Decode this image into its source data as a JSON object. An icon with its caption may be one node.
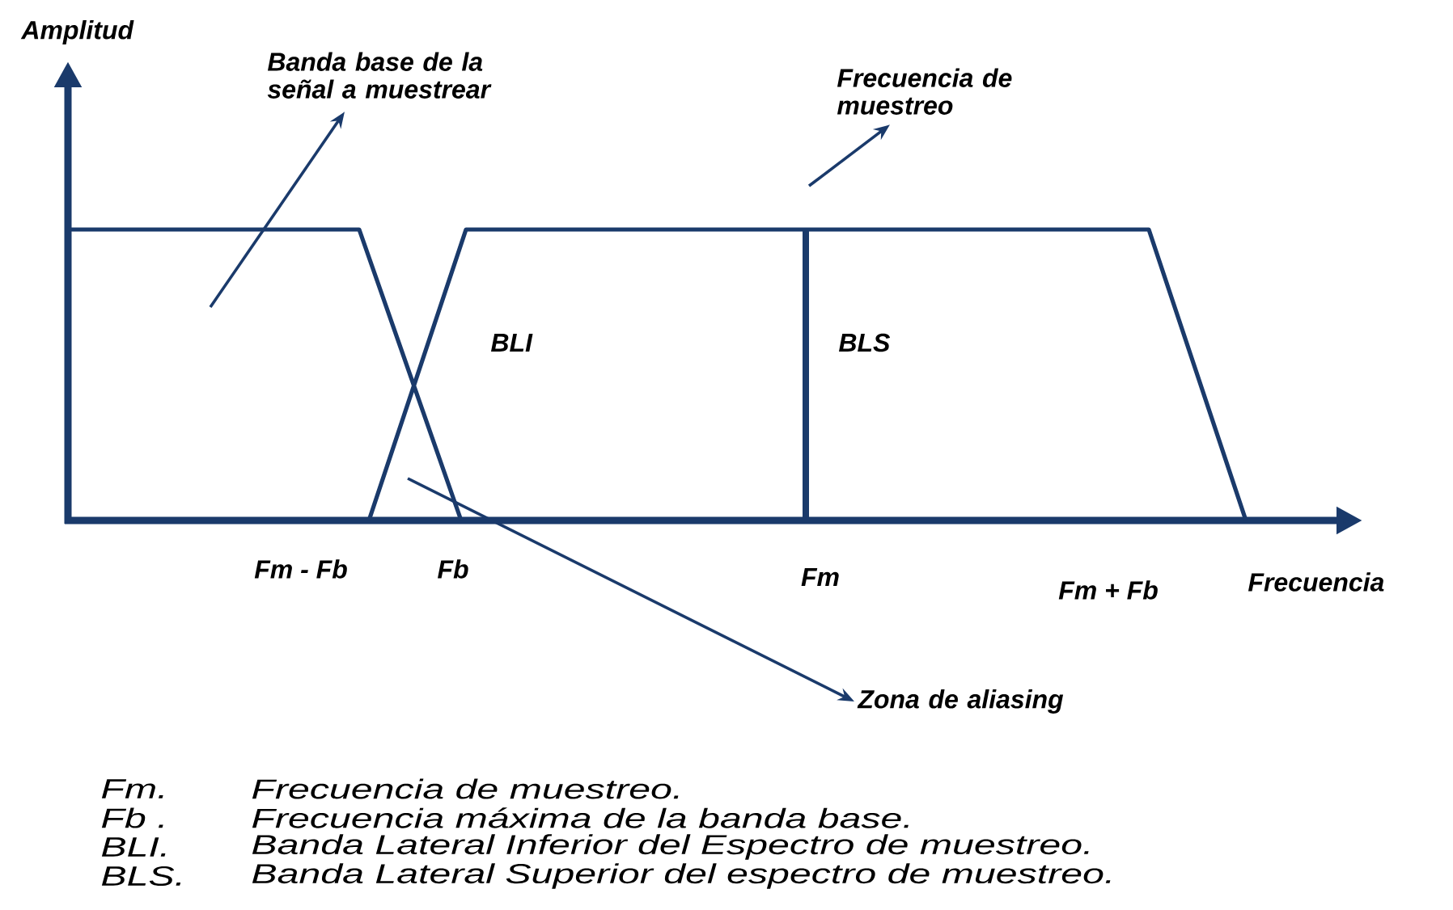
{
  "diagram": {
    "nodes": [
      {
        "text": [
          "Banda base de la señal a muestrear"
        ]
      },
      {
        "text": [
          "Frecuencia de muestreo"
        ]
      },
      {
        "text": [
          "Zona de aliasing"
        ]
      }
    ],
    "edges": [
      {
        "from": null,
        "to": 0,
        "arrow": "to"
      },
      {
        "from": null,
        "to": 1,
        "arrow": "to"
      },
      {
        "from": null,
        "to": 2,
        "arrow": "to"
      }
    ],
    "labels": [
      "Amplitud",
      "BLI",
      "BLS",
      "Fm - Fb",
      "Fb",
      "Fm",
      "Fm + Fb",
      "Frecuencia",
      "Fm.",
      "Frecuencia de muestreo.",
      "Fb .",
      "Frecuencia máxima de la banda base.",
      "BLI.",
      "Banda Lateral Inferior del Espectro de muestreo.",
      "BLS.",
      "Banda Lateral Superior del espectro de muestreo."
    ]
  }
}
